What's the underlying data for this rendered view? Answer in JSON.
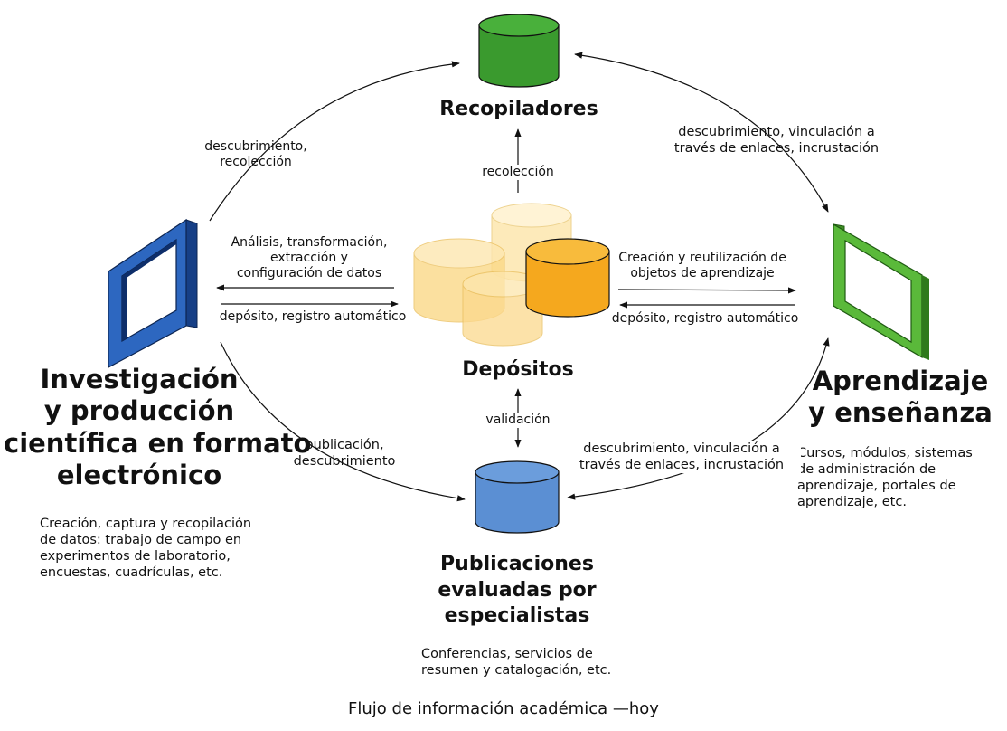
{
  "title": "Flujo de información académica —hoy",
  "nodes": {
    "recopiladores": {
      "label": "Recopiladores",
      "color": "#3a9a2e"
    },
    "depositos": {
      "label": "Depósitos",
      "color_light": "#fbd988",
      "color_strong": "#f5a81e"
    },
    "publicaciones": {
      "label_lines": [
        "Publicaciones",
        "evaluadas por",
        "especialistas"
      ],
      "desc_lines": [
        "Conferencias, servicios de",
        "resumen y catalogación, etc."
      ],
      "color": "#5b8fd3"
    },
    "investigacion": {
      "label_lines": [
        "Investigación",
        "y producción",
        "científica en formato",
        "electrónico"
      ],
      "desc_lines": [
        "Creación, captura y recopilación",
        "de datos: trabajo de campo en",
        "experimentos de laboratorio,",
        "encuestas, cuadrículas, etc."
      ],
      "color": "#1f55a8"
    },
    "aprendizaje": {
      "label_lines": [
        "Aprendizaje",
        "y enseñanza"
      ],
      "desc_lines": [
        "Cursos, módulos, sistemas",
        "de administración de",
        "aprendizaje, portales de",
        "aprendizaje, etc."
      ],
      "color": "#5ab93a"
    }
  },
  "edges": {
    "inv_to_rec": [
      "descubrimiento,",
      "recolección"
    ],
    "dep_to_rec": [
      "recolección"
    ],
    "rec_to_apr": [
      "descubrimiento, vinculación a",
      "través de enlaces, incrustación"
    ],
    "dep_to_inv": [
      "Análisis, transformación,",
      "extracción y",
      "configuración de datos"
    ],
    "inv_to_dep": [
      "depósito, registro automático"
    ],
    "dep_to_apr": [
      "Creación y reutilización de",
      "objetos de aprendizaje"
    ],
    "apr_to_dep": [
      "depósito, registro automático"
    ],
    "dep_pub": [
      "validación"
    ],
    "inv_to_pub": [
      "publicación,",
      "descubrimiento"
    ],
    "apr_to_pub": [
      "descubrimiento, vinculación a",
      "través de enlaces, incrustación"
    ]
  }
}
